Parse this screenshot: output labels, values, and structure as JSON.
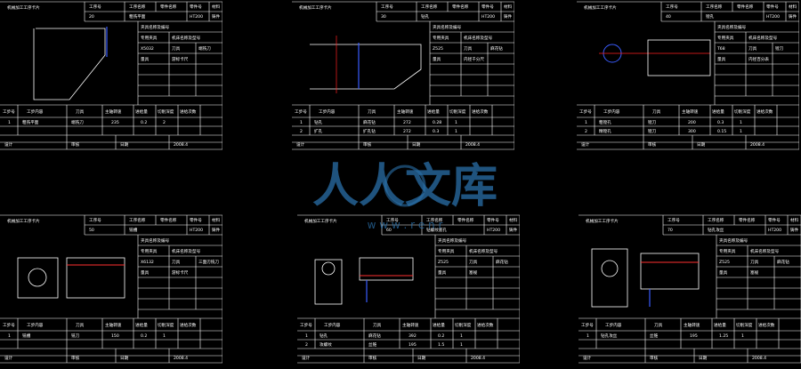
{
  "colors": {
    "background": "#000000",
    "line": "#ffffff",
    "contour": "#3a5cff",
    "hatch": "#ff3030",
    "center": "#ff2020",
    "watermark": "#2a6fa8"
  },
  "watermark": {
    "text": "人人文库",
    "url": "w w w . r e n r"
  },
  "sheets": [
    {
      "header": {
        "title": "机械加工工序卡片",
        "cell1": "工序号",
        "cell2": "工序名称",
        "cell3": "零件名称",
        "cell4": "零件号",
        "cell5": "材料",
        "row2_a": "20",
        "row2_b": "粗铣平面",
        "row2_c": "HT200",
        "row2_d": "铸件"
      },
      "spec": {
        "l1": "夹具名称及编号",
        "l2": "专用夹具",
        "l3": "机床名称及型号",
        "l4": "X5032",
        "l5": "刀具",
        "l6": "端铣刀",
        "l7": "量具",
        "l8": "游标卡尺"
      },
      "steps": {
        "h1": "工步号",
        "h2": "工步内容",
        "h3": "刀具",
        "h4": "主轴转速",
        "h5": "进给量",
        "h6": "切削深度",
        "h7": "进给次数",
        "r1a": "1",
        "r1b": "粗铣平面",
        "r1c": "端铣刀",
        "r1d": "235",
        "r1e": "0.2",
        "r1f": "2"
      },
      "footer": {
        "a": "设计",
        "b": "审核",
        "c": "日期",
        "d": "2008.4"
      }
    },
    {
      "header": {
        "title": "机械加工工序卡片",
        "cell1": "工序号",
        "cell2": "工序名称",
        "cell3": "零件名称",
        "cell4": "零件号",
        "cell5": "材料",
        "row2_a": "30",
        "row2_b": "钻孔",
        "row2_c": "HT200",
        "row2_d": "铸件"
      },
      "spec": {
        "l1": "夹具名称及编号",
        "l2": "专用夹具",
        "l3": "机床名称及型号",
        "l4": "Z525",
        "l5": "刀具",
        "l6": "麻花钻",
        "l7": "量具",
        "l8": "内径千分尺"
      },
      "steps": {
        "h1": "工步号",
        "h2": "工步内容",
        "h3": "刀具",
        "h4": "主轴转速",
        "h5": "进给量",
        "h6": "切削深度",
        "h7": "进给次数",
        "r1a": "1",
        "r1b": "钻孔",
        "r1c": "麻花钻",
        "r1d": "272",
        "r1e": "0.28",
        "r1f": "1",
        "r2a": "2",
        "r2b": "扩孔",
        "r2c": "扩孔钻",
        "r2d": "272",
        "r2e": "0.3",
        "r2f": "1"
      },
      "footer": {
        "a": "设计",
        "b": "审核",
        "c": "日期",
        "d": "2008.4"
      }
    },
    {
      "header": {
        "title": "机械加工工序卡片",
        "cell1": "工序号",
        "cell2": "工序名称",
        "cell3": "零件名称",
        "cell4": "零件号",
        "cell5": "材料",
        "row2_a": "40",
        "row2_b": "镗孔",
        "row2_c": "HT200",
        "row2_d": "铸件"
      },
      "spec": {
        "l1": "夹具名称及编号",
        "l2": "专用夹具",
        "l3": "机床名称及型号",
        "l4": "T68",
        "l5": "刀具",
        "l6": "镗刀",
        "l7": "量具",
        "l8": "内径百分表"
      },
      "steps": {
        "h1": "工步号",
        "h2": "工步内容",
        "h3": "刀具",
        "h4": "主轴转速",
        "h5": "进给量",
        "h6": "切削深度",
        "h7": "进给次数",
        "r1a": "1",
        "r1b": "粗镗孔",
        "r1c": "镗刀",
        "r1d": "200",
        "r1e": "0.3",
        "r1f": "1",
        "r2a": "2",
        "r2b": "精镗孔",
        "r2c": "镗刀",
        "r2d": "300",
        "r2e": "0.15",
        "r2f": "1"
      },
      "footer": {
        "a": "设计",
        "b": "审核",
        "c": "日期",
        "d": "2008.4"
      }
    },
    {
      "header": {
        "title": "机械加工工序卡片",
        "cell1": "工序号",
        "cell2": "工序名称",
        "cell3": "零件名称",
        "cell4": "零件号",
        "cell5": "材料",
        "row2_a": "50",
        "row2_b": "铣槽",
        "row2_c": "HT200",
        "row2_d": "铸件"
      },
      "spec": {
        "l1": "夹具名称及编号",
        "l2": "专用夹具",
        "l3": "机床名称及型号",
        "l4": "X6132",
        "l5": "刀具",
        "l6": "三面刃铣刀",
        "l7": "量具",
        "l8": "游标卡尺"
      },
      "steps": {
        "h1": "工步号",
        "h2": "工步内容",
        "h3": "刀具",
        "h4": "主轴转速",
        "h5": "进给量",
        "h6": "切削深度",
        "h7": "进给次数",
        "r1a": "1",
        "r1b": "铣槽",
        "r1c": "铣刀",
        "r1d": "150",
        "r1e": "0.2",
        "r1f": "1"
      },
      "footer": {
        "a": "设计",
        "b": "审核",
        "c": "日期",
        "d": "2008.4"
      }
    },
    {
      "header": {
        "title": "机械加工工序卡片",
        "cell1": "工序号",
        "cell2": "工序名称",
        "cell3": "零件名称",
        "cell4": "零件号",
        "cell5": "材料",
        "row2_a": "60",
        "row2_b": "钻螺纹底孔",
        "row2_c": "HT200",
        "row2_d": "铸件"
      },
      "spec": {
        "l1": "夹具名称及编号",
        "l2": "专用夹具",
        "l3": "机床名称及型号",
        "l4": "Z525",
        "l5": "刀具",
        "l6": "麻花钻",
        "l7": "量具",
        "l8": "塞规"
      },
      "steps": {
        "h1": "工步号",
        "h2": "工步内容",
        "h3": "刀具",
        "h4": "主轴转速",
        "h5": "进给量",
        "h6": "切削深度",
        "h7": "进给次数",
        "r1a": "1",
        "r1b": "钻孔",
        "r1c": "麻花钻",
        "r1d": "392",
        "r1e": "0.2",
        "r1f": "1",
        "r2a": "2",
        "r2b": "攻螺纹",
        "r2c": "丝锥",
        "r2d": "195",
        "r2e": "1.5",
        "r2f": "1"
      },
      "footer": {
        "a": "设计",
        "b": "审核",
        "c": "日期",
        "d": "2008.4"
      }
    },
    {
      "header": {
        "title": "机械加工工序卡片",
        "cell1": "工序号",
        "cell2": "工序名称",
        "cell3": "零件名称",
        "cell4": "零件号",
        "cell5": "材料",
        "row2_a": "70",
        "row2_b": "钻孔攻丝",
        "row2_c": "HT200",
        "row2_d": "铸件"
      },
      "spec": {
        "l1": "夹具名称及编号",
        "l2": "专用夹具",
        "l3": "机床名称及型号",
        "l4": "Z525",
        "l5": "刀具",
        "l6": "麻花钻",
        "l7": "量具",
        "l8": "塞规"
      },
      "steps": {
        "h1": "工步号",
        "h2": "工步内容",
        "h3": "刀具",
        "h4": "主轴转速",
        "h5": "进给量",
        "h6": "切削深度",
        "h7": "进给次数",
        "r1a": "1",
        "r1b": "钻孔攻丝",
        "r1c": "丝锥",
        "r1d": "195",
        "r1e": "1.25",
        "r1f": "1"
      },
      "footer": {
        "a": "设计",
        "b": "审核",
        "c": "日期",
        "d": "2008.4"
      }
    }
  ]
}
